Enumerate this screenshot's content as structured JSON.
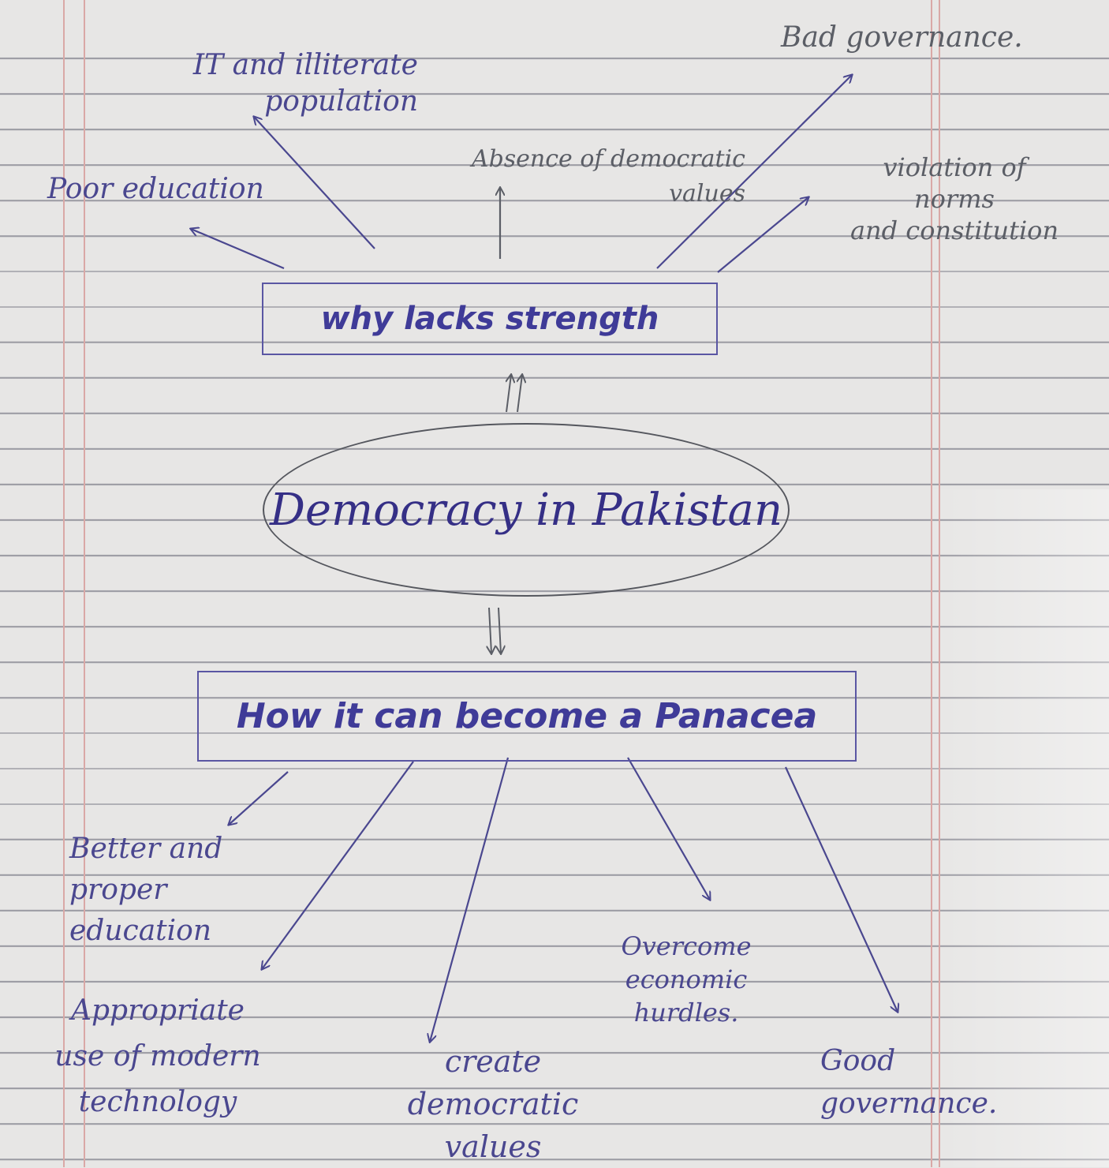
{
  "diagram": {
    "center_topic": "Democracy in Pakistan",
    "upper_heading": "why lacks strength",
    "lower_heading": "How it can become a Panacea",
    "weaknesses": [
      "IT and illiterate\npopulation",
      "Poor education",
      "Absence of democratic\nvalues",
      "Bad governance.",
      "violation of\nnorms\nand constitution"
    ],
    "solutions": [
      "Better and\nproper\neducation",
      "Appropriate\nuse of modern\ntechnology",
      "create\ndemocratic\nvalues",
      "Overcome\neconomic\nhurdles.",
      "Good\ngovernance."
    ]
  },
  "colors": {
    "ink_blue": "#4a478f",
    "pencil_grey": "#5b5e66",
    "paper": "#e7e6e5",
    "ruled_line": "#5f5f6e",
    "margin_red": "#d9a8a6"
  }
}
